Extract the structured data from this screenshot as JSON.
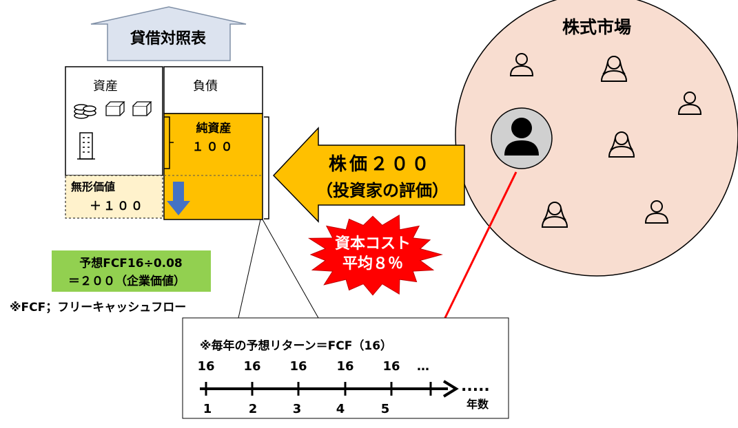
{
  "balance_sheet": {
    "title": "貸借対照表",
    "assets_label": "資産",
    "liabilities_label": "負債",
    "net_assets_label": "純資産",
    "net_assets_value": "１００",
    "intangible_label": "無形価値",
    "intangible_value": "＋１００"
  },
  "formula": {
    "line1": "予想FCF16÷0.08",
    "line2": "＝２００（企業価値）"
  },
  "footnote": "※FCF；フリーキャッシュフロー",
  "stock_price": {
    "line1": "株価２００",
    "line2": "（投資家の評価）"
  },
  "capital_cost": {
    "line1": "資本コスト",
    "line2": "平均８％"
  },
  "market": {
    "title": "株式市場"
  },
  "timeline": {
    "caption": "※毎年の予想リターン＝FCF（16）",
    "cashflows": [
      "16",
      "16",
      "16",
      "16",
      "16",
      "…"
    ],
    "years": [
      "1",
      "2",
      "3",
      "4",
      "5"
    ],
    "axis_label": "年数",
    "dots": "....."
  },
  "colors": {
    "equity_fill": "#ffc000",
    "intangible_fill": "#fff2cc",
    "formula_fill": "#92d050",
    "market_fill": "#f8ddd0",
    "burst_fill": "#ff0000",
    "arrow_blue": "#4472c4",
    "house_fill": "#dce3ef",
    "red_line": "#ff0000"
  },
  "icons": [
    "coins-icon",
    "box-icon",
    "building-icon",
    "down-arrow-icon",
    "person-icon"
  ]
}
